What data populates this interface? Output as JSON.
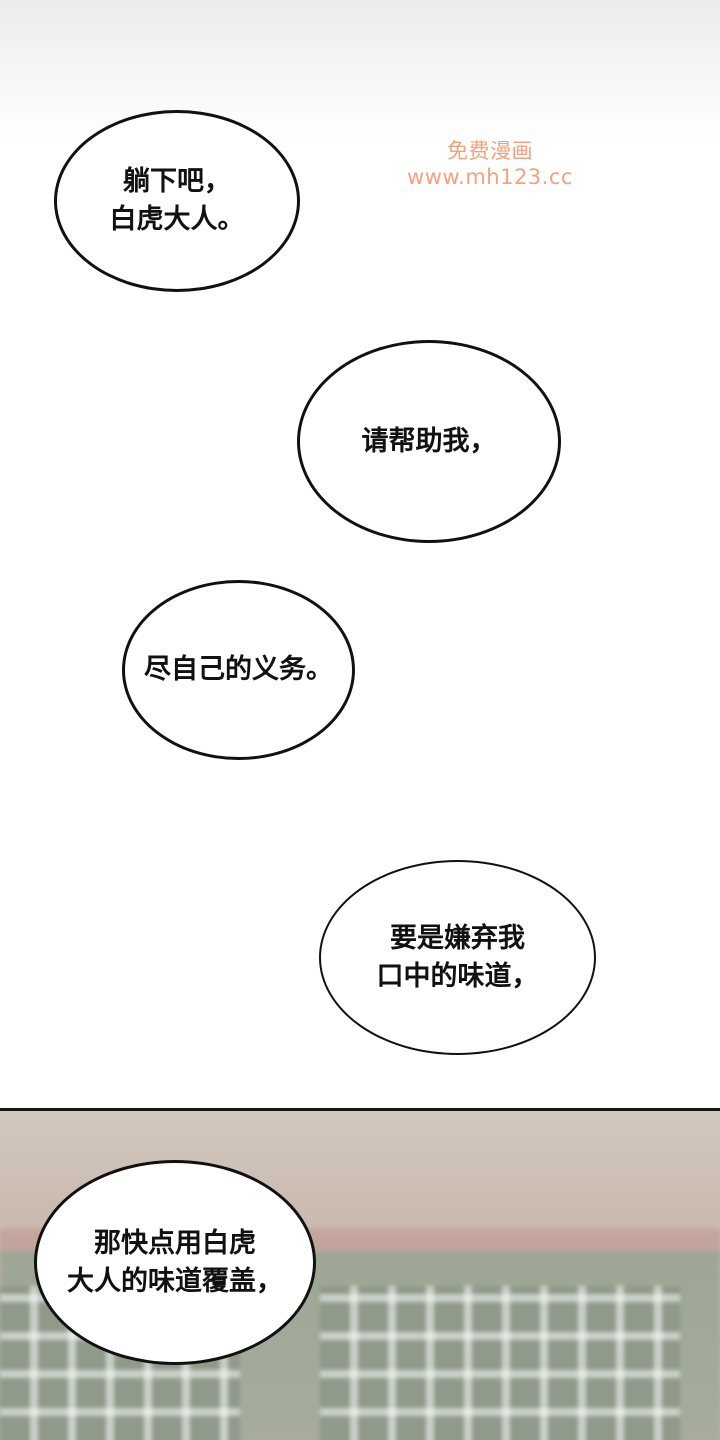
{
  "watermark": {
    "line1": "免费漫画",
    "line2": "www.mh123.cc"
  },
  "bubbles": [
    {
      "lines": [
        "躺下吧，",
        "白虎大人。"
      ]
    },
    {
      "lines": [
        "请帮助我，"
      ]
    },
    {
      "lines": [
        "尽自己的义务。"
      ]
    },
    {
      "lines": [
        "要是嫌弃我",
        "口中的味道，"
      ]
    },
    {
      "lines": [
        "那快点用白虎",
        "大人的味道覆盖，"
      ]
    }
  ]
}
